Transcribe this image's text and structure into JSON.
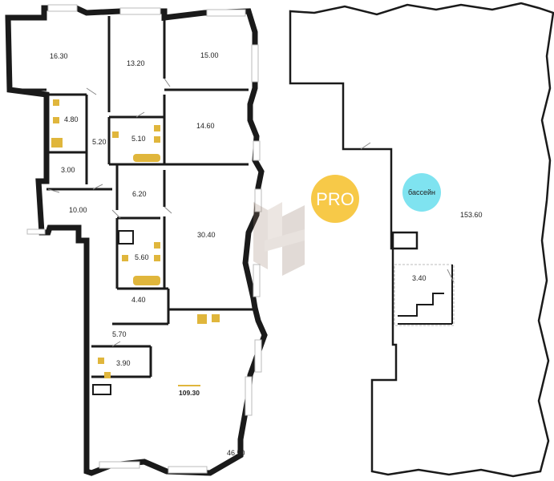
{
  "floor_plan": {
    "rooms": {
      "r16_30": "16.30",
      "r13_20": "13.20",
      "r15_00": "15.00",
      "r4_80": "4.80",
      "r5_20": "5.20",
      "r5_10": "5.10",
      "r14_60": "14.60",
      "r3_00": "3.00",
      "r6_20": "6.20",
      "r10_00": "10.00",
      "r30_40": "30.40",
      "r5_60": "5.60",
      "r4_40": "4.40",
      "r5_70": "5.70",
      "r3_90": "3.90",
      "r46_50": "46.50",
      "r153_60": "153.60",
      "r3_40": "3.40"
    },
    "total_area": "109.30",
    "pro_badge": {
      "label": "PRO",
      "color": "#F7C948"
    },
    "pool_badge": {
      "label": "бассейн",
      "color": "#7FE3F0"
    },
    "watermark_icon": "H-logo-icon",
    "colors": {
      "wall": "#1a1a1a",
      "fixture": "#c9a227",
      "accent": "#e0b63c"
    }
  }
}
